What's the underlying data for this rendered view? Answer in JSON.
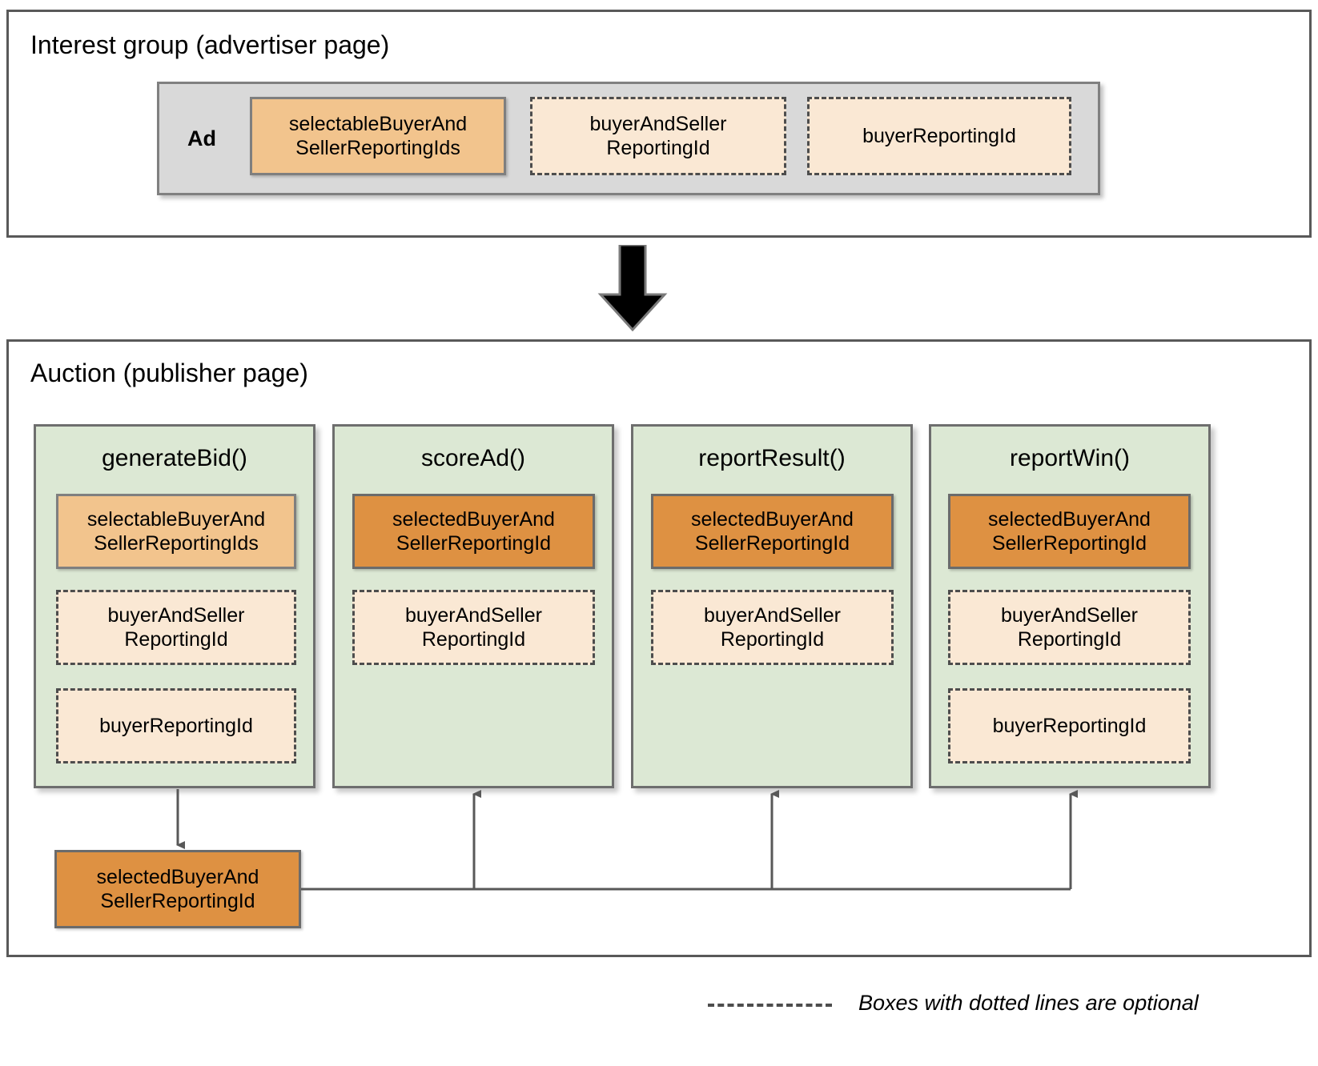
{
  "sections": {
    "interest_group": {
      "title": "Interest group (advertiser page)",
      "ad_label": "Ad",
      "boxes": [
        {
          "label": "selectableBuyerAnd\nSellerReportingIds",
          "style": "selectable"
        },
        {
          "label": "buyerAndSeller\nReportingId",
          "style": "optional"
        },
        {
          "label": "buyerReportingId",
          "style": "optional"
        }
      ]
    },
    "auction": {
      "title": "Auction (publisher page)",
      "columns": [
        {
          "name": "generateBid()",
          "boxes": [
            {
              "label": "selectableBuyerAnd\nSellerReportingIds",
              "style": "selectable"
            },
            {
              "label": "buyerAndSeller\nReportingId",
              "style": "optional"
            },
            {
              "label": "buyerReportingId",
              "style": "optional"
            }
          ]
        },
        {
          "name": "scoreAd()",
          "boxes": [
            {
              "label": "selectedBuyerAnd\nSellerReportingId",
              "style": "selected"
            },
            {
              "label": "buyerAndSeller\nReportingId",
              "style": "optional"
            }
          ]
        },
        {
          "name": "reportResult()",
          "boxes": [
            {
              "label": "selectedBuyerAnd\nSellerReportingId",
              "style": "selected"
            },
            {
              "label": "buyerAndSeller\nReportingId",
              "style": "optional"
            }
          ]
        },
        {
          "name": "reportWin()",
          "boxes": [
            {
              "label": "selectedBuyerAnd\nSellerReportingId",
              "style": "selected"
            },
            {
              "label": "buyerAndSeller\nReportingId",
              "style": "optional"
            },
            {
              "label": "buyerReportingId",
              "style": "optional"
            }
          ]
        }
      ],
      "output_box": {
        "label": "selectedBuyerAnd\nSellerReportingId",
        "style": "selected"
      }
    }
  },
  "legend": {
    "text": "Boxes with dotted lines are optional"
  },
  "colors": {
    "selectable_fill": "#f2c48d",
    "selected_fill": "#de9142",
    "optional_fill": "#fae8d4",
    "function_fill": "#dce8d4",
    "ad_fill": "#d9d9d9",
    "border": "#595959",
    "arrow": "#4d4d4d",
    "page_bg": "#ffffff"
  }
}
